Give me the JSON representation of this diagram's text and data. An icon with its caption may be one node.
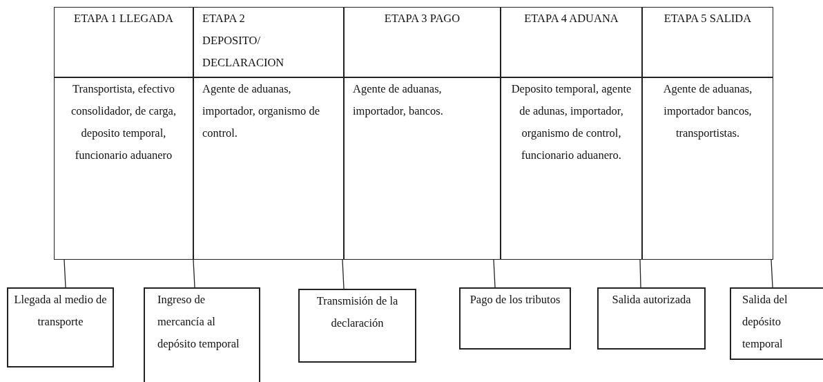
{
  "diagram": {
    "nodes": [
      {
        "text": [
          "ETAPA 1 LLEGADA",
          "ETAPA 2 DEPOSITO/ DECLARACION",
          "ETAPA 3 PAGO",
          "ETAPA 4 ADUANA",
          "ETAPA 5 SALIDA",
          "Transportista, efectivo consolidador, de carga, deposito temporal, funcionario aduanero",
          "Agente de aduanas, importador, organismo de control.",
          "Agente de aduanas, importador, bancos.",
          "Deposito temporal, agente de adunas, importador, organismo de control, funcionario aduanero.",
          "Agente de aduanas, importador bancos, transportistas."
        ]
      },
      {
        "text": [
          "Llegada al medio de transporte"
        ]
      },
      {
        "text": [
          "Ingreso de mercancía al depósito temporal"
        ]
      },
      {
        "text": [
          "Transmisión de la declaración"
        ]
      },
      {
        "text": [
          "Pago de los tributos"
        ]
      },
      {
        "text": [
          "Salida autorizada"
        ]
      },
      {
        "text": [
          "Salida del depósito temporal"
        ]
      }
    ],
    "edges": [
      {
        "from": 0,
        "to": 1,
        "arrow": "none"
      },
      {
        "from": 0,
        "to": 2,
        "arrow": "none"
      },
      {
        "from": 0,
        "to": 3,
        "arrow": "none"
      },
      {
        "from": 0,
        "to": 4,
        "arrow": "none"
      },
      {
        "from": 0,
        "to": 5,
        "arrow": "none"
      },
      {
        "from": 0,
        "to": 6,
        "arrow": "none"
      }
    ]
  }
}
